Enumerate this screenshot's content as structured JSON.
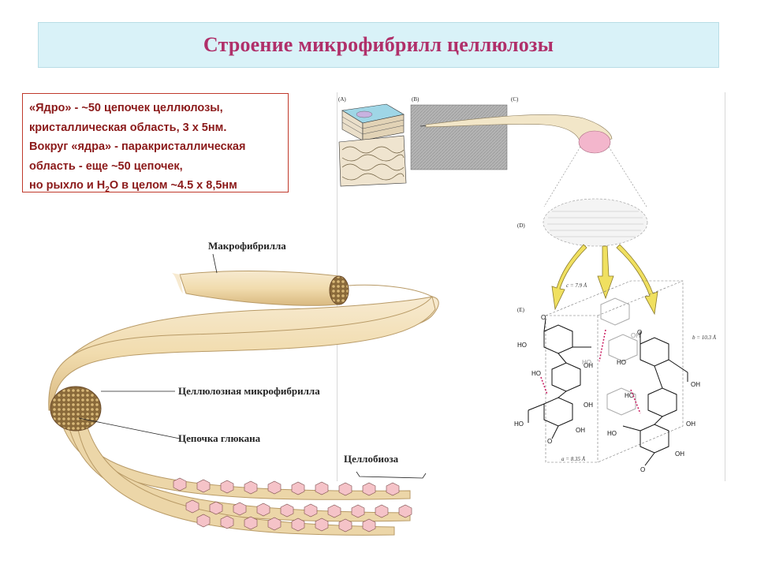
{
  "title": "Строение микрофибрилл целлюлозы",
  "note": {
    "line1": "«Ядро» -  ~50 цепочек целлюлозы,",
    "line2": "кристаллическая область, 3 х 5нм.",
    "line3": "Вокруг «ядра» - паракристаллическая",
    "line4": "область  - еще  ~50 цепочек,",
    "line5_a": "но рыхло и Н",
    "line5_sub": "2",
    "line5_b": "О  в целом  ~4.5 х 8,5нм"
  },
  "fibril_labels": {
    "macrofibril": "Макрофибрилла",
    "microfibril": "Целлюлозная микрофибрилла",
    "glucan_chain": "Цепочка глюкана",
    "cellobiose": "Целлобиоза"
  },
  "panels": {
    "a": "(A)",
    "b": "(B)",
    "c": "(C)",
    "d": "(D)",
    "e": "(E)"
  },
  "dimensions": {
    "c": "c = 7.9 Å",
    "b": "b = 10.3 Å",
    "a": "a = 8.35 Å"
  },
  "chem_labels": {
    "ho": "HO",
    "oh": "OH",
    "o": "O"
  },
  "colors": {
    "title": "#b0306a",
    "note_text": "#8b1a1a",
    "note_border": "#c0392b",
    "fibril": "#f1dcae",
    "hydrogen_bond": "#cc2266",
    "arrow": "#f0e060"
  }
}
